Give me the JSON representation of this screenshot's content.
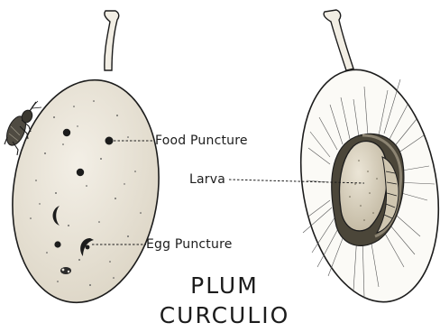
{
  "labels": {
    "food_puncture": "Food Puncture",
    "larva": "Larva",
    "egg_puncture": "Egg Puncture",
    "title_line1": "PLUM",
    "title_line2": "CURCULIO"
  },
  "colors": {
    "ink": "#1c1c1c",
    "fruit_fill": "#ece7dc",
    "stone_fill": "#d8d0bc",
    "paper": "#ffffff"
  }
}
